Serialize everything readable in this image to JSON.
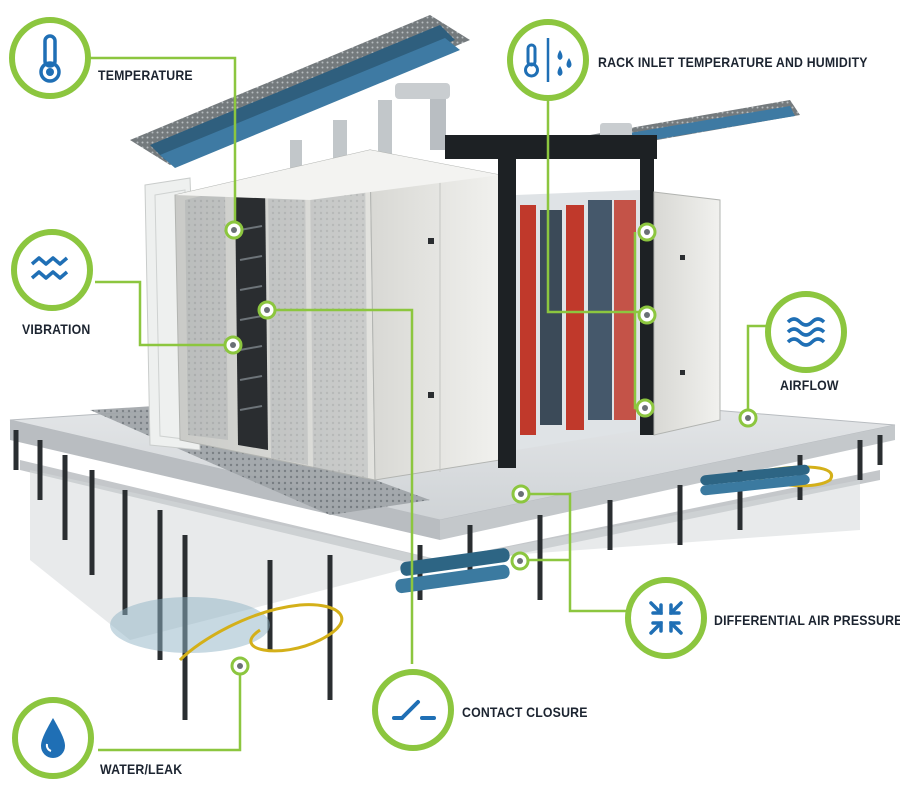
{
  "colors": {
    "accent_green": "#8cc63f",
    "icon_blue": "#1f6fb5",
    "label_text": "#1c2430",
    "rack_body": "#e9e9e6",
    "floor_tile": "#dcdfe1",
    "cable_tray": "#2f5f7e",
    "rack_red": "#c0392b"
  },
  "sensors": [
    {
      "id": "temperature",
      "label": "TEMPERATURE",
      "icon": "thermometer-icon"
    },
    {
      "id": "rack-inlet",
      "label": "RACK INLET TEMPERATURE AND HUMIDITY",
      "icon": "thermometer-droplets-icon"
    },
    {
      "id": "vibration",
      "label": "VIBRATION",
      "icon": "waves-icon"
    },
    {
      "id": "airflow",
      "label": "AIRFLOW",
      "icon": "airflow-icon"
    },
    {
      "id": "differential-pressure",
      "label": "DIFFERENTIAL AIR PRESSURE",
      "icon": "arrows-inward-icon"
    },
    {
      "id": "contact-closure",
      "label": "CONTACT CLOSURE",
      "icon": "switch-icon"
    },
    {
      "id": "water-leak",
      "label": "WATER/LEAK",
      "icon": "water-drop-icon"
    }
  ]
}
